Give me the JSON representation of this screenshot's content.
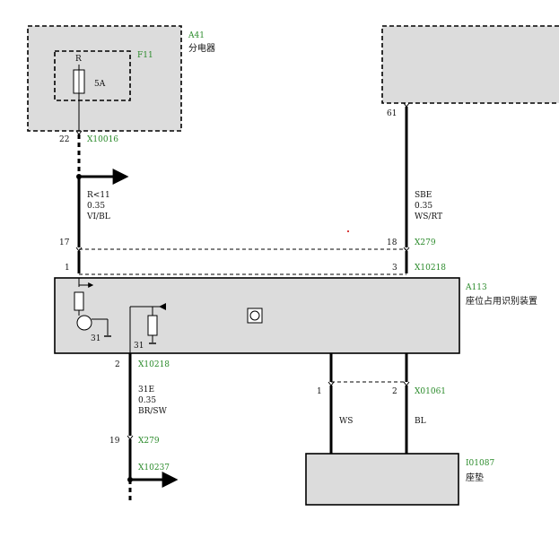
{
  "colors": {
    "box_fill": "#dcdcdc",
    "wire": "#000000",
    "connector_label": "#2a8a2a",
    "accent_dot": "#cc0000"
  },
  "components": {
    "a41": {
      "id": "A41",
      "name": "分电器"
    },
    "f11": {
      "id": "F11",
      "pin": "R",
      "rating": "5A"
    },
    "a113": {
      "id": "A113",
      "name": "座位占用识别装置"
    },
    "i01087": {
      "id": "I01087",
      "name": "座垫"
    }
  },
  "connectors": {
    "x10016": "X10016",
    "x279": "X279",
    "x10218": "X10218",
    "x01061": "X01061",
    "x10237": "X10237"
  },
  "pins": {
    "p22": "22",
    "p61": "61",
    "p17": "17",
    "p18": "18",
    "p1": "1",
    "p3": "3",
    "p2": "2",
    "p19": "19",
    "p1b": "1",
    "p2b": "2",
    "p31a": "31",
    "p31b": "31"
  },
  "wires": {
    "left_upper": {
      "signal": "R<11",
      "gauge": "0.35",
      "color": "VI/BL"
    },
    "right_upper": {
      "signal": "SBE",
      "gauge": "0.35",
      "color": "WS/RT"
    },
    "left_lower": {
      "signal": "31E",
      "gauge": "0.35",
      "color": "BR/SW"
    },
    "seat_left": {
      "color": "WS"
    },
    "seat_right": {
      "color": "BL"
    }
  }
}
